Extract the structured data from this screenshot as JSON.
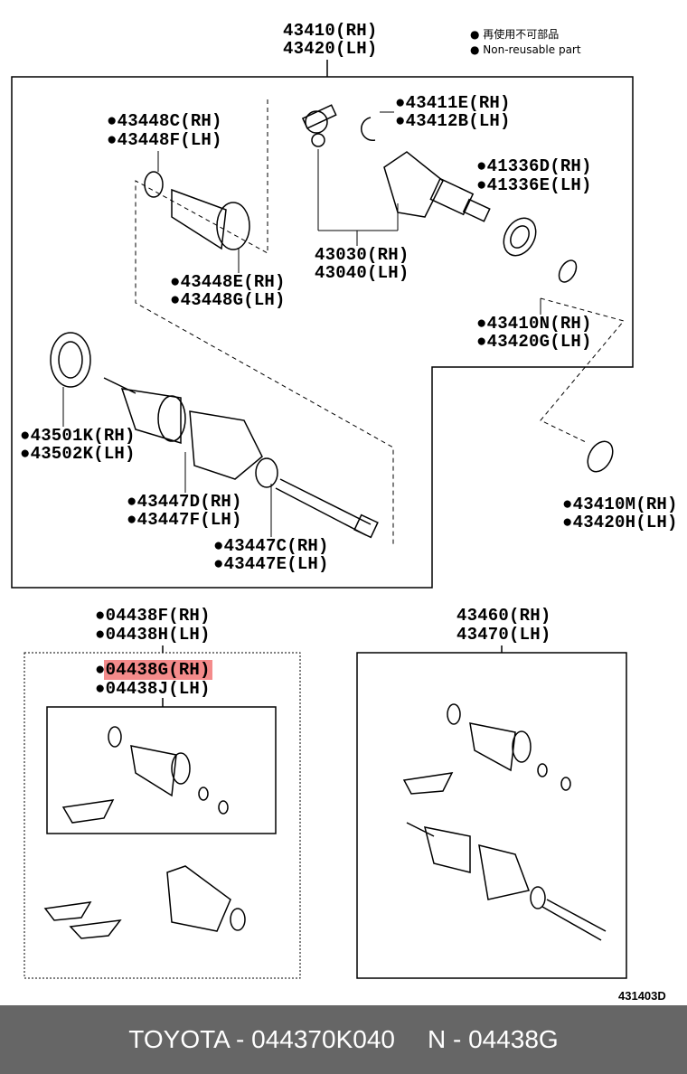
{
  "header": {
    "assembly_rh": "43410(RH)",
    "assembly_lh": "43420(LH)"
  },
  "legend": {
    "jp": "● 再使用不可部品",
    "en": "● Non-reusable part"
  },
  "main_labels": [
    [
      "●43448C(RH)",
      "●43448F(LH)"
    ],
    [
      "●43411E(RH)",
      "●43412B(LH)"
    ],
    [
      "●41336D(RH)",
      "●41336E(LH)"
    ],
    [
      "43030(RH)",
      "43040(LH)"
    ],
    [
      "●43448E(RH)",
      "●43448G(LH)"
    ],
    [
      "●43410N(RH)",
      "●43420G(LH)"
    ],
    [
      "●43501K(RH)",
      "●43502K(LH)"
    ],
    [
      "●43447D(RH)",
      "●43447F(LH)"
    ],
    [
      "●43447C(RH)",
      "●43447E(LH)"
    ],
    [
      "●43410M(RH)",
      "●43420H(LH)"
    ]
  ],
  "kit_left": {
    "outer_rh": "●04438F(RH)",
    "outer_lh": "●04438H(LH)",
    "bullet": "●",
    "inner_rh": "04438G(RH)",
    "inner_lh": "●04438J(LH)"
  },
  "kit_right": {
    "rh": "43460(RH)",
    "lh": "43470(LH)"
  },
  "diagram_code": "431403D",
  "footer": {
    "part": "TOYOTA - 044370K040",
    "ref": "N - 04438G"
  },
  "colors": {
    "highlight": "#f05a5a",
    "footer_bg": "#666666"
  }
}
